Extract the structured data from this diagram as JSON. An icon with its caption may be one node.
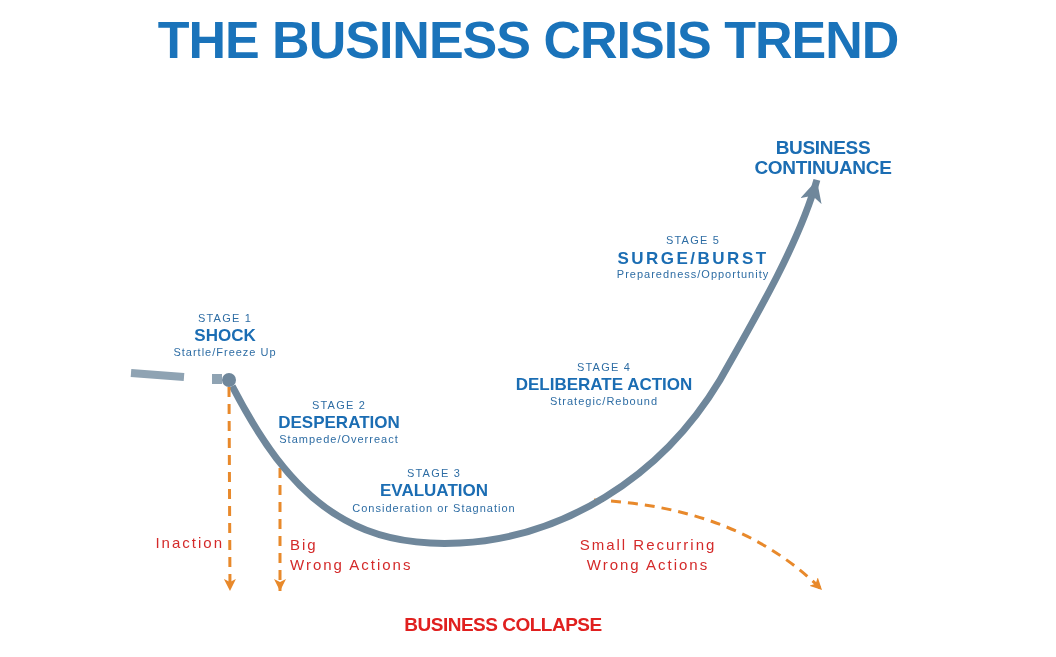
{
  "diagram": {
    "title": "THE BUSINESS CRISIS TREND",
    "nodes": [
      {
        "text": [],
        "shape": "circle"
      },
      {
        "text": [
          "BUSINESS CONTINUANCE"
        ]
      }
    ],
    "edges": [
      {
        "from": 0,
        "to": 1,
        "arrow": "to",
        "style": "thick",
        "color": "#6f879b"
      },
      {
        "from": 0,
        "to": null,
        "arrow": "to",
        "style": "dashed",
        "color": "#e8892b",
        "label": "Inaction"
      }
    ],
    "labels": [
      "STAGE 1",
      "SHOCK",
      "Startle/Freeze Up",
      "STAGE 2",
      "DESPERATION",
      "Stampede/Overreact",
      "STAGE 3",
      "EVALUATION",
      "Consideration or Stagnation",
      "STAGE 4",
      "DELIBERATE ACTION",
      "Strategic/Rebound",
      "STAGE 5",
      "SURGE/BURST",
      "Preparedness/Opportunity",
      "Big Wrong Actions",
      "Small Recurring Wrong Actions",
      "BUSINESS COLLAPSE"
    ]
  }
}
